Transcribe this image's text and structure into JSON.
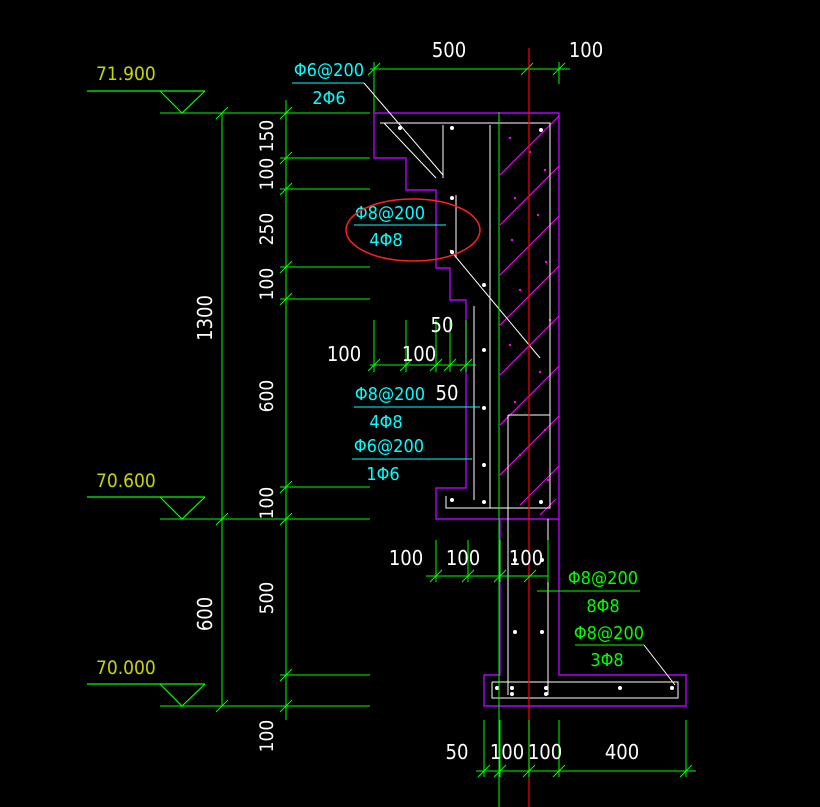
{
  "colors": {
    "background": "#000000",
    "dimension": "#00ff00",
    "elevation_text": "#c8d400",
    "rebar_note": "#00ffff",
    "rebar_note_green": "#00ff00",
    "outline": "#b400ff",
    "rebar": "#ffffff",
    "axis": "#ff0000",
    "highlight_circle": "#ff2020",
    "hatch": "#ff00ff",
    "dim_text": "#ffffff"
  },
  "elevations": {
    "top": "71.900",
    "mid": "70.600",
    "bottom": "70.000"
  },
  "top_dims": {
    "left": "500",
    "right": "100"
  },
  "vertical_dims_outer": {
    "upper_total": "1300",
    "lower": "600"
  },
  "vertical_dims_inner": {
    "d1": "150",
    "d2": "100",
    "d3": "250",
    "d4": "100",
    "d5": "600",
    "d6": "100",
    "d7": "500",
    "d8": "100"
  },
  "mid_dims": {
    "a": "100",
    "b": "100",
    "c": "50",
    "d": "50"
  },
  "lower_dims": {
    "a": "100",
    "b": "100",
    "c": "100"
  },
  "bottom_dims": {
    "a": "50",
    "b": "100",
    "c": "100",
    "d": "400"
  },
  "rebar_notes": {
    "n1_top": "Φ6@200",
    "n1_bot": "2Φ6",
    "n2_top": "Φ8@200",
    "n2_bot": "4Φ8",
    "n3_top": "Φ8@200",
    "n3_bot": "4Φ8",
    "n4_top": "Φ6@200",
    "n4_bot": "1Φ6",
    "n5_top": "Φ8@200",
    "n5_bot": "8Φ8",
    "n6_top": "Φ8@200",
    "n6_bot": "3Φ8"
  }
}
